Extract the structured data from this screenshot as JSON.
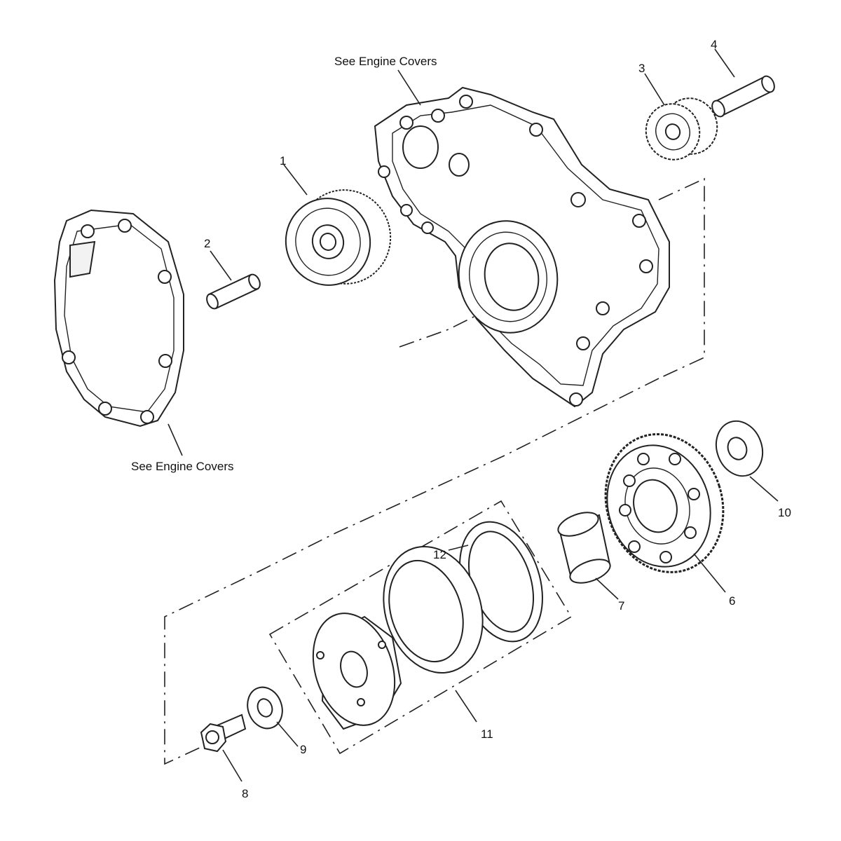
{
  "callouts": {
    "see_covers_top": "See Engine Covers",
    "see_covers_left": "See Engine Covers"
  },
  "part_numbers": [
    "1",
    "2",
    "3",
    "4",
    "6",
    "7",
    "8",
    "9",
    "10",
    "11",
    "12"
  ]
}
